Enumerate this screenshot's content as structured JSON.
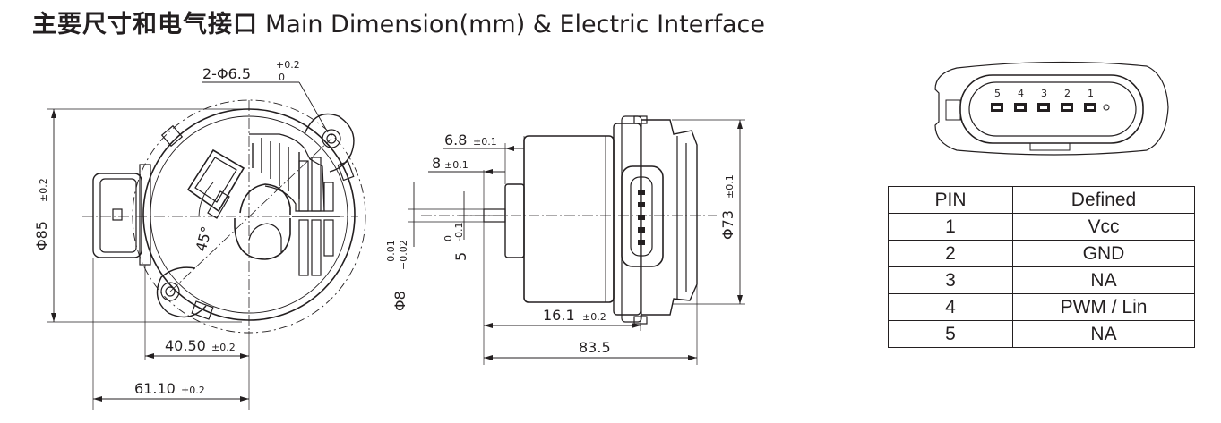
{
  "title": {
    "cn": "主要尺寸和电气接口",
    "en": "Main Dimension(mm) & Electric Interface"
  },
  "front_view": {
    "hole_dim": "2-Φ6.5",
    "hole_tol_upper": "+0.2",
    "hole_tol_lower": "0",
    "diameter": "Φ85",
    "diameter_tol": "±0.2",
    "angle": "45°",
    "width_a": "40.50",
    "width_a_tol": "±0.2",
    "width_b": "61.10",
    "width_b_tol": "±0.2"
  },
  "side_view": {
    "d1": "6.8",
    "d1_tol": "±0.1",
    "d2": "8",
    "d2_tol": "±0.1",
    "shaft_d": "Φ8",
    "shaft_tol_upper": "+0.01",
    "shaft_tol_lower": "+0.02",
    "flat": "5",
    "flat_tol_upper": "0",
    "flat_tol_lower": "-0.1",
    "length_a": "16.1",
    "length_a_tol": "±0.2",
    "length_total": "83.5",
    "body_d": "Φ73",
    "body_d_tol": "±0.1"
  },
  "connector": {
    "pins": [
      "5",
      "4",
      "3",
      "2",
      "1"
    ]
  },
  "pin_table": {
    "headers": [
      "PIN",
      "Defined"
    ],
    "rows": [
      [
        "1",
        "Vcc"
      ],
      [
        "2",
        "GND"
      ],
      [
        "3",
        "NA"
      ],
      [
        "4",
        "PWM / Lin"
      ],
      [
        "5",
        "NA"
      ]
    ]
  },
  "colors": {
    "line": "#231f20",
    "background": "#ffffff"
  }
}
